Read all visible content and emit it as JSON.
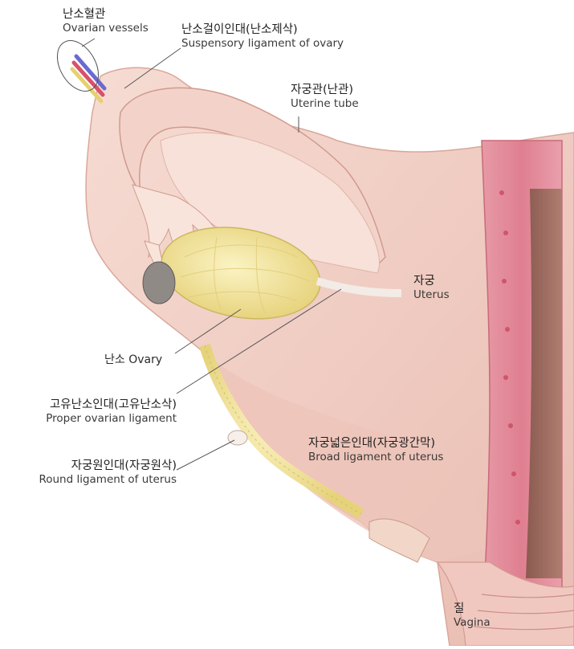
{
  "labels": {
    "ovarian_vessels": {
      "ko": "난소혈관",
      "en": "Ovarian vessels"
    },
    "suspensory_ligament": {
      "ko": "난소걸이인대(난소제삭)",
      "en": "Suspensory ligament of ovary"
    },
    "uterine_tube": {
      "ko": "자궁관(난관)",
      "en": "Uterine tube"
    },
    "uterus": {
      "ko": "자궁",
      "en": "Uterus"
    },
    "ovary": {
      "ko": "난소",
      "en": "Ovary"
    },
    "proper_ovarian_ligament": {
      "ko": "고유난소인대(고유난소삭)",
      "en": "Proper ovarian ligament"
    },
    "round_ligament": {
      "ko": "자궁원인대(자궁원삭)",
      "en": "Round ligament of uterus"
    },
    "broad_ligament": {
      "ko": "자궁넓은인대(자궁광간막)",
      "en": "Broad ligament of uterus"
    },
    "vagina": {
      "ko": "질",
      "en": "Vagina"
    }
  },
  "colors": {
    "tissue": "#f2cfc6",
    "tissue_dark": "#e3b1a6",
    "uterine_wall": "#e58a9a",
    "cavity": "#9b6a5f",
    "ovary": "#efe29a",
    "fat": "#efe08a",
    "leader_line": "#555555"
  }
}
